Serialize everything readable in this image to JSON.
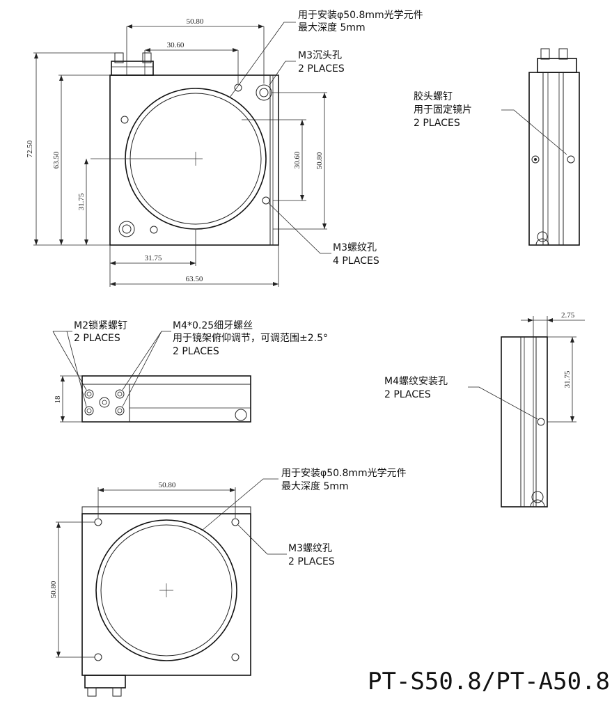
{
  "drawing": {
    "model_title": "PT-S50.8/PT-A50.8",
    "front_view": {
      "dim_width_top": "50.80",
      "dim_hole_spacing_top": "30.60",
      "dim_height_total": "72.50",
      "dim_height_body": "63.50",
      "dim_center_height": "31.75",
      "dim_hole_spacing_right": "30.60",
      "dim_right_height": "50.80",
      "dim_center_width": "31.75",
      "dim_width_bottom": "63.50",
      "note_optic": [
        "用于安装φ50.8mm光学元件",
        "最大深度 5mm"
      ],
      "note_counterbore": [
        "M3沉头孔",
        "2 PLACES"
      ],
      "note_thread": [
        "M3螺纹孔",
        "4 PLACES"
      ]
    },
    "side_view_top": {
      "note_screw": [
        "胶头螺钉",
        "用于固定镜片",
        "2 PLACES"
      ]
    },
    "top_view": {
      "note_lock": [
        "M2锁紧螺钉",
        "2 PLACES"
      ],
      "note_fine": [
        "M4*0.25细牙螺丝",
        "用于镜架俯仰调节，可调范围±2.5°",
        "2 PLACES"
      ],
      "dim_height": "18"
    },
    "side_view_right": {
      "dim_offset": "2.75",
      "dim_height": "31.75",
      "note_mount": [
        "M4螺纹安装孔",
        "2 PLACES"
      ]
    },
    "rear_view": {
      "dim_width": "50.80",
      "dim_height": "50.80",
      "note_optic": [
        "用于安装φ50.8mm光学元件",
        "最大深度 5mm"
      ],
      "note_thread": [
        "M3螺纹孔",
        "2 PLACES"
      ]
    }
  }
}
